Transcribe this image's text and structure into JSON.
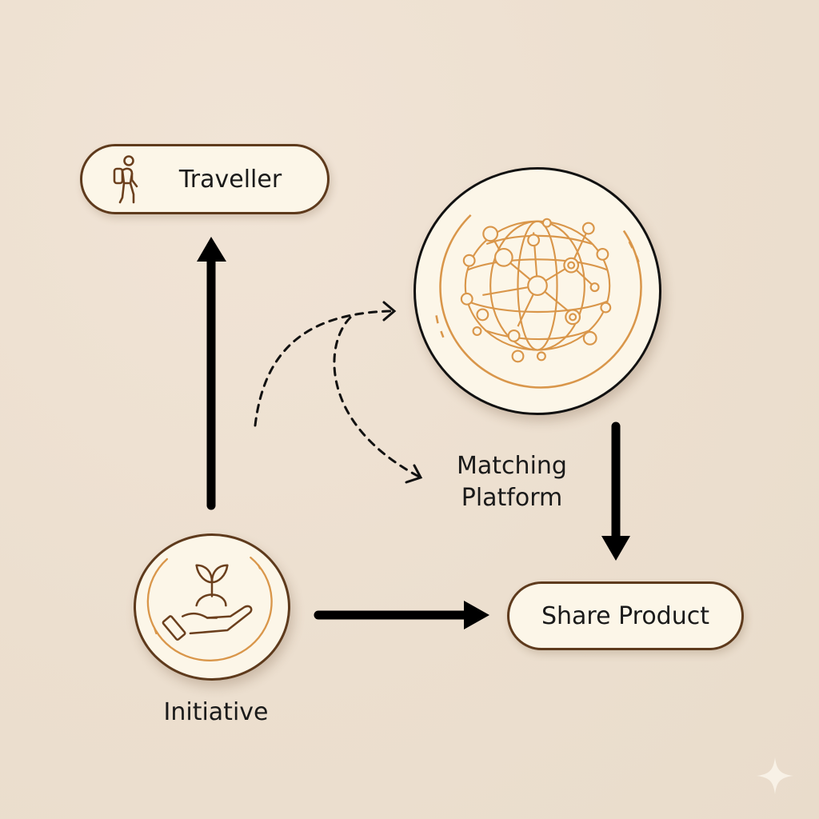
{
  "diagram": {
    "nodes": {
      "traveller": {
        "label": "Traveller",
        "icon": "hiker-icon"
      },
      "matching_platform": {
        "label_line1": "Matching",
        "label_line2": "Platform",
        "icon": "network-globe-icon"
      },
      "initiative": {
        "label": "Initiative",
        "icon": "hand-sprout-icon"
      },
      "share_product": {
        "label": "Share Product"
      }
    },
    "edges": [
      {
        "from": "initiative",
        "to": "traveller",
        "style": "solid"
      },
      {
        "from": "initiative",
        "to": "share_product",
        "style": "solid"
      },
      {
        "from": "matching_platform",
        "to": "share_product",
        "style": "solid"
      },
      {
        "from": "initiative",
        "to": "matching_platform",
        "style": "dashed"
      },
      {
        "from": "matching_platform",
        "to": "matching_platform_label",
        "style": "dashed"
      }
    ],
    "colors": {
      "background": "#ecdfcf",
      "node_fill": "#fcf6e8",
      "node_border": "#5e3a1c",
      "accent_orange": "#d9964a",
      "arrow": "#000000",
      "text": "#1a1a1a"
    }
  }
}
